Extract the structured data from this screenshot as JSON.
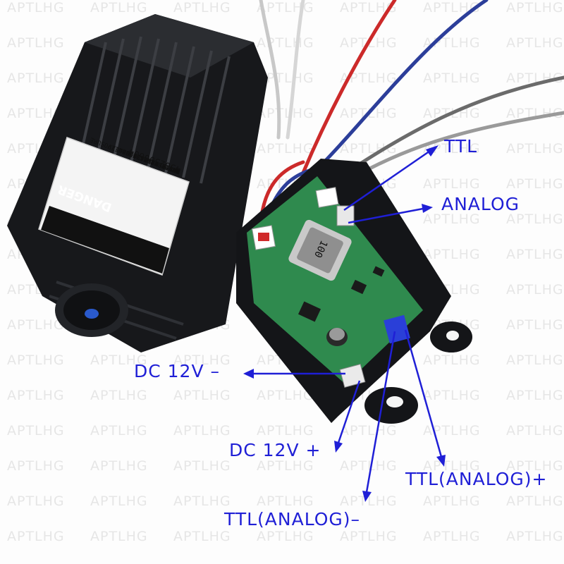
{
  "watermark": "APTLHG",
  "callouts": {
    "ttl": "TTL",
    "analog": "ANALOG",
    "dc_neg": "DC 12V –",
    "dc_pos": "DC 12V +",
    "ttl_analog_pos": "TTL(ANALOG)+",
    "ttl_analog_neg": "TTL(ANALOG)–"
  },
  "label": {
    "danger": "DANGER",
    "radiation": "LASER RADIATION",
    "avoid": "AVOID DIRECT EYE EXPOSURE",
    "serial": "4502500604",
    "wavelength": "WAVELENGTH: 450nm",
    "power": "OUT POWER: 3000mw",
    "voltage": "INPUT VOLTAGE: DC12V"
  },
  "inductor": "100",
  "colors": {
    "callout": "#1f1fd6",
    "housing": "#16171a",
    "pcb": "#2f8a4e"
  }
}
